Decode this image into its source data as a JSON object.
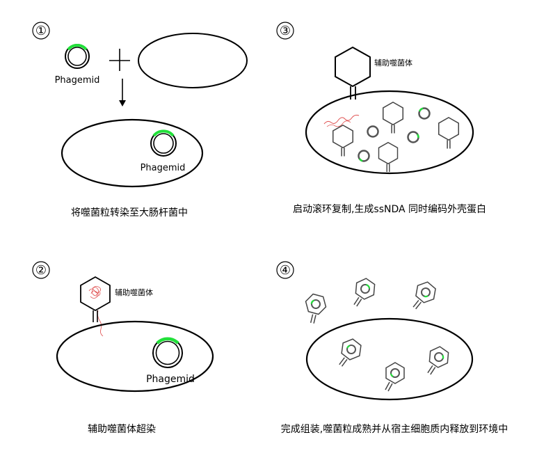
{
  "panels": [
    {
      "number": "①",
      "caption": "将噬菌粒转染至大肠杆菌中",
      "labels": [
        "Phagemid",
        "Phagemid"
      ]
    },
    {
      "number": "②",
      "caption": "辅助噬菌体超染",
      "labels": [
        "辅助噬菌体",
        "Phagemid"
      ]
    },
    {
      "number": "③",
      "caption": "启动滚环复制,生成ssNDA 同时编码外壳蛋白",
      "labels": [
        "辅助噬菌体"
      ]
    },
    {
      "number": "④",
      "caption": "完成组装,噬菌粒成熟并从宿主细胞质内释放到环境中"
    }
  ],
  "colors": {
    "accent": "#22e03a",
    "line": "#000000",
    "dna": "#e05050",
    "particle": "#444444"
  }
}
